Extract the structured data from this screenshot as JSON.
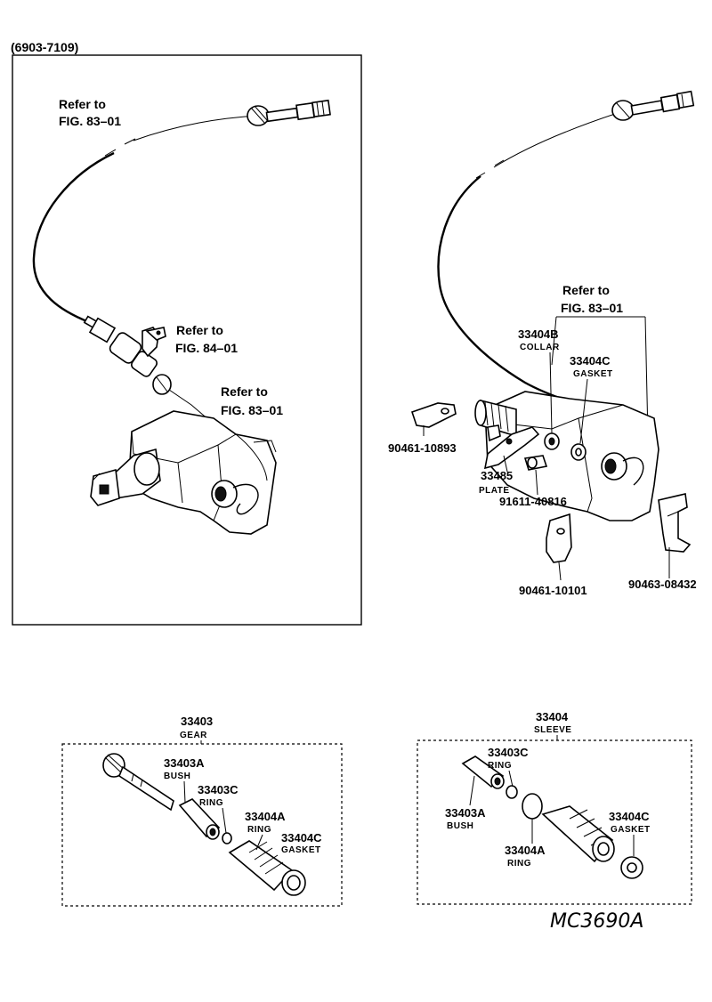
{
  "header": {
    "range": "(6903-7109)"
  },
  "left_diagram": {
    "ref1": [
      "Refer to",
      "FIG. 83–01"
    ],
    "ref2": [
      "Refer to",
      "FIG. 84–01"
    ],
    "ref3": [
      "Refer to",
      "FIG. 83–01"
    ]
  },
  "right_diagram": {
    "ref": [
      "Refer to",
      "FIG. 83–01"
    ],
    "parts": [
      {
        "number": "33404B",
        "name": "COLLAR"
      },
      {
        "number": "33404C",
        "name": "GASKET"
      },
      {
        "number": "90461-10893",
        "name": ""
      },
      {
        "number": "33485",
        "name": "PLATE"
      },
      {
        "number": "91611-40816",
        "name": ""
      },
      {
        "number": "90461-10101",
        "name": ""
      },
      {
        "number": "90463-08432",
        "name": ""
      }
    ]
  },
  "gear_box": {
    "number": "33403",
    "name": "GEAR",
    "parts": [
      {
        "number": "33403A",
        "name": "BUSH"
      },
      {
        "number": "33403C",
        "name": "RING"
      },
      {
        "number": "33404A",
        "name": "RING"
      },
      {
        "number": "33404C",
        "name": "GASKET"
      }
    ]
  },
  "sleeve_box": {
    "number": "33404",
    "name": "SLEEVE",
    "parts": [
      {
        "number": "33403C",
        "name": "RING"
      },
      {
        "number": "33403A",
        "name": "BUSH"
      },
      {
        "number": "33404A",
        "name": "RING"
      },
      {
        "number": "33404C",
        "name": "GASKET"
      }
    ]
  },
  "catalog_code": "MC3690A"
}
